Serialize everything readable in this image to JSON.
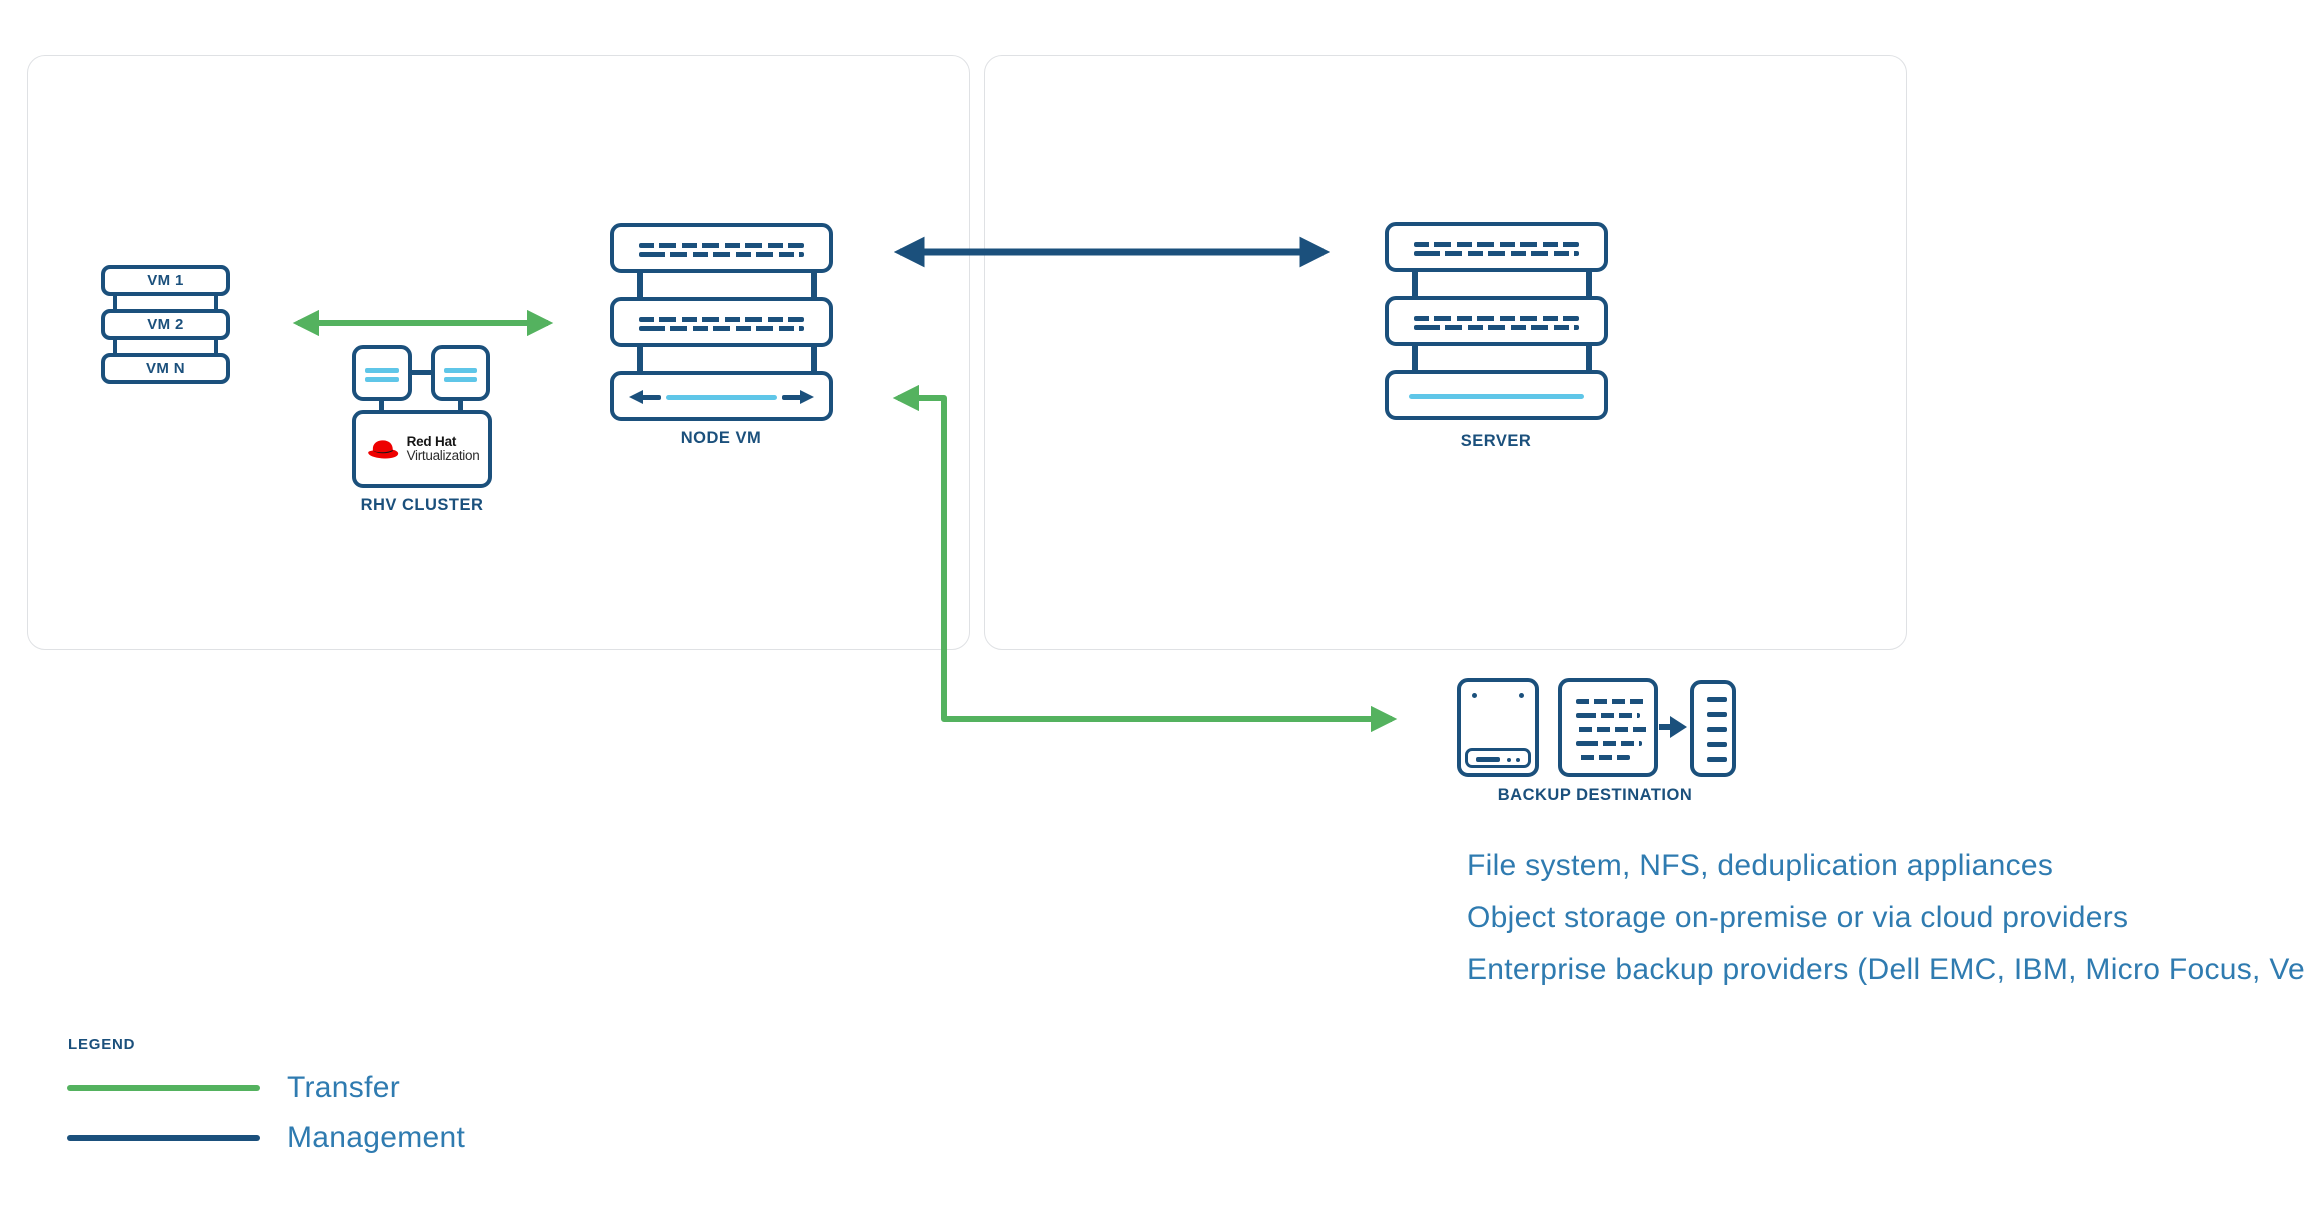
{
  "colors": {
    "navy": "#1B507C",
    "light_blue": "#5FC6E8",
    "green": "#54B25F",
    "text_blue": "#2F7BB0",
    "redhat_red": "#EE0000"
  },
  "left_panel": {
    "vm_stack": {
      "items": [
        "VM 1",
        "VM 2",
        "VM N"
      ]
    },
    "rhv_cluster": {
      "label": "RHV CLUSTER",
      "logo_title": "Red Hat",
      "logo_subtitle": "Virtualization"
    },
    "node_vm": {
      "label": "NODE VM"
    }
  },
  "right_panel": {
    "server": {
      "label": "SERVER"
    }
  },
  "backup_destination": {
    "label": "BACKUP DESTINATION",
    "notes": [
      "File system, NFS, deduplication appliances",
      "Object storage on-premise or via cloud providers",
      "Enterprise backup providers (Dell EMC, IBM, Micro Focus, Veritas)"
    ]
  },
  "legend": {
    "title": "LEGEND",
    "items": [
      {
        "label": "Transfer",
        "color": "#54B25F"
      },
      {
        "label": "Management",
        "color": "#1B507C"
      }
    ]
  }
}
